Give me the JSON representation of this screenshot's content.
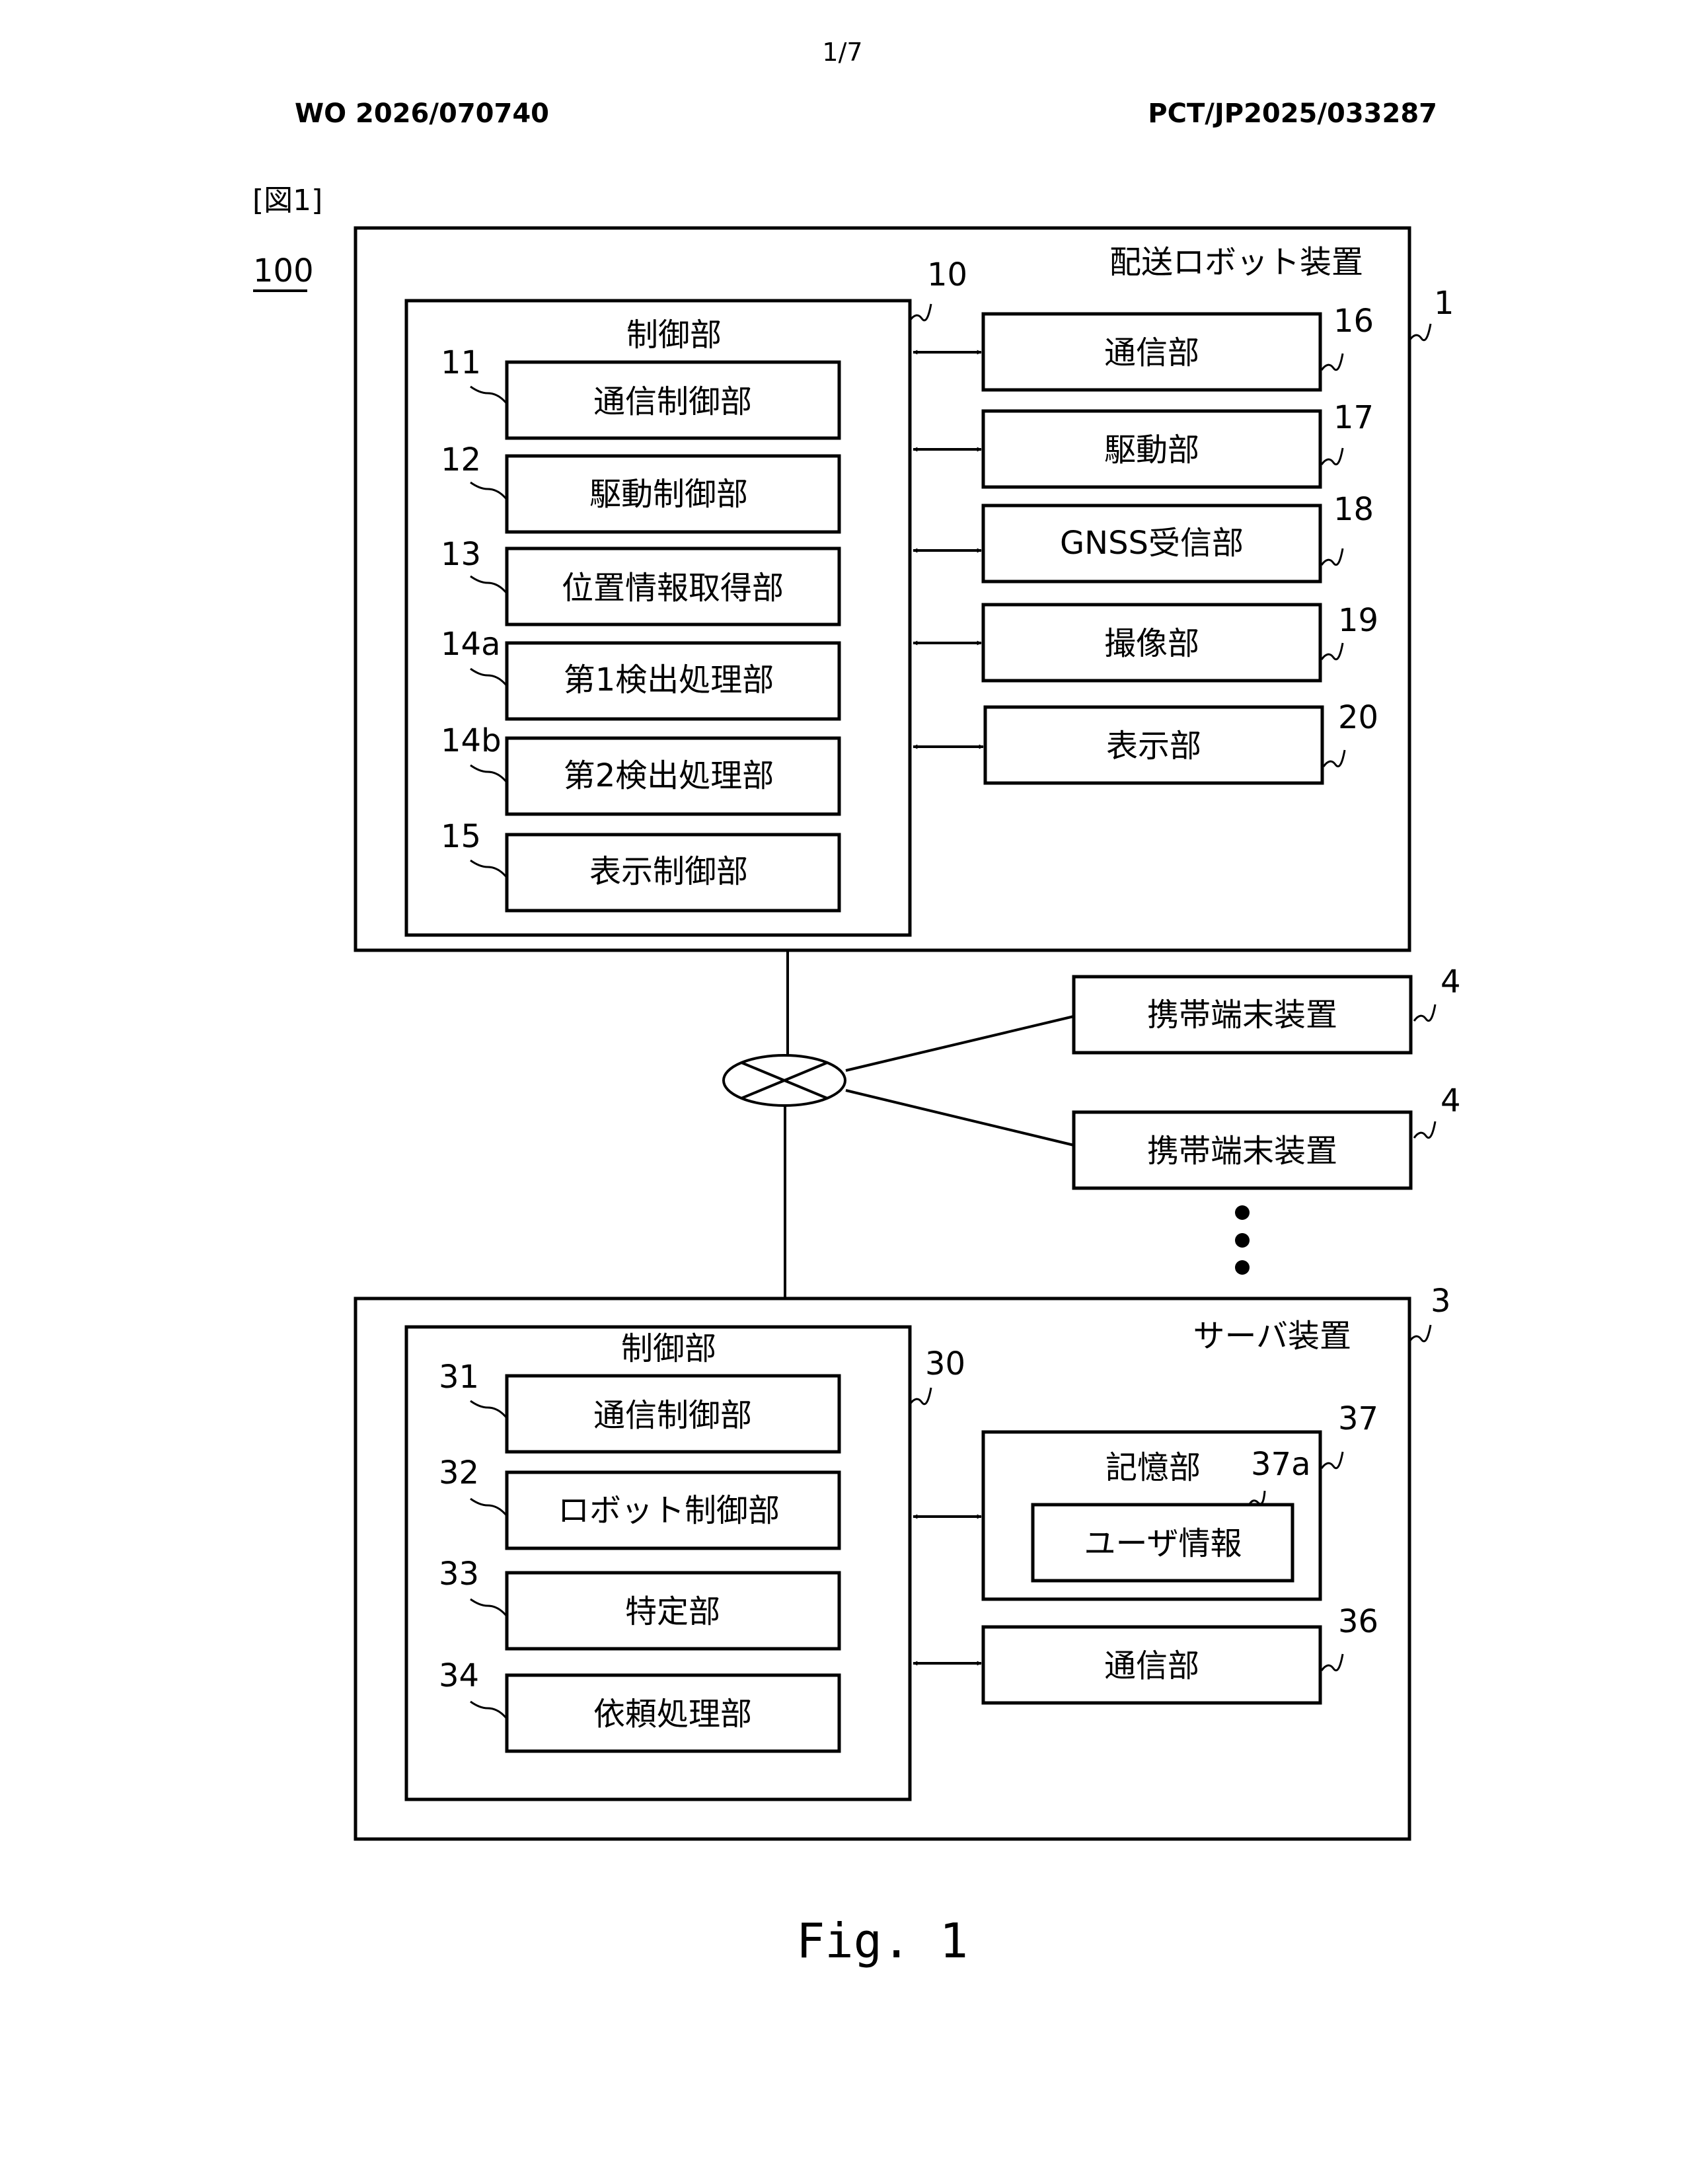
{
  "header": {
    "page_number": "1/7",
    "publication_number": "WO 2026/070740",
    "application_number": "PCT/JP2025/033287"
  },
  "figure_label": "[図1]",
  "figure_caption": "Fig. 1",
  "system_ref": "100",
  "robot": {
    "title": "配送ロボット装置",
    "ref": "1",
    "control": {
      "title": "制御部",
      "ref": "10",
      "items": [
        {
          "ref": "11",
          "label": "通信制御部"
        },
        {
          "ref": "12",
          "label": "駆動制御部"
        },
        {
          "ref": "13",
          "label": "位置情報取得部"
        },
        {
          "ref": "14a",
          "label": "第1検出処理部"
        },
        {
          "ref": "14b",
          "label": "第2検出処理部"
        },
        {
          "ref": "15",
          "label": "表示制御部"
        }
      ]
    },
    "units": [
      {
        "ref": "16",
        "label": "通信部"
      },
      {
        "ref": "17",
        "label": "駆動部"
      },
      {
        "ref": "18",
        "label": "GNSS受信部"
      },
      {
        "ref": "19",
        "label": "撮像部"
      },
      {
        "ref": "20",
        "label": "表示部"
      }
    ]
  },
  "terminals": [
    {
      "ref": "4",
      "label": "携帯端末装置"
    },
    {
      "ref": "4",
      "label": "携帯端末装置"
    }
  ],
  "server": {
    "title": "サーバ装置",
    "ref": "3",
    "control": {
      "title": "制御部",
      "ref": "30",
      "items": [
        {
          "ref": "31",
          "label": "通信制御部"
        },
        {
          "ref": "32",
          "label": "ロボット制御部"
        },
        {
          "ref": "33",
          "label": "特定部"
        },
        {
          "ref": "34",
          "label": "依頼処理部"
        }
      ]
    },
    "storage": {
      "title": "記憶部",
      "ref": "37",
      "inner_ref": "37a",
      "inner_label": "ユーザ情報"
    },
    "comm": {
      "ref": "36",
      "label": "通信部"
    }
  }
}
